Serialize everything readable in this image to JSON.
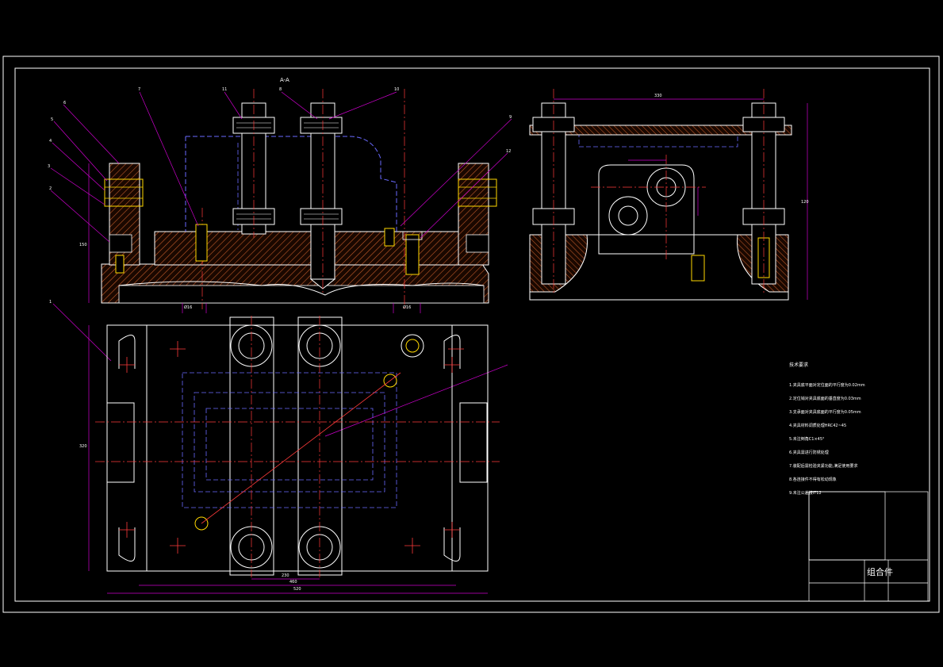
{
  "colors": {
    "background": "#000000",
    "outline": "#ffffff",
    "hatch": "#c05a2a",
    "dimension": "#cc00cc",
    "hidden": "#6a6aff",
    "center": "#ff3a3a",
    "highlight": "#ffd800",
    "section_fill": "#b34a20"
  },
  "view_labels": {
    "section": "A-A"
  },
  "balloons": [
    "1",
    "2",
    "3",
    "4",
    "5",
    "6",
    "7",
    "8",
    "9",
    "10",
    "11",
    "12"
  ],
  "dimensions": {
    "overall_width": "520",
    "inner_width": "460",
    "bolt_spacing": "230",
    "side_width": "330",
    "height_left": "150",
    "height_right": "120",
    "plan_height": "320",
    "hole_left": "Ø16",
    "hole_right": "Ø16"
  },
  "notes": {
    "title": "技术要求",
    "items": [
      "1.夹具底平面对定位面的平行度为0.02mm",
      "2.定位销对夹具底面的垂直度为0.03mm",
      "3.支承面对夹具底面的平行度为0.05mm",
      "4.夹具材料调质处理HRC42~45",
      "5.未注倒角C1×45°",
      "6.夹具需进行防锈处理",
      "7.装配后需检验夹紧功能,满足使用要求",
      "8.各连接件不得有松动现象",
      "9.未注公差按IT12"
    ]
  },
  "title_block": {
    "name": "组合件"
  }
}
